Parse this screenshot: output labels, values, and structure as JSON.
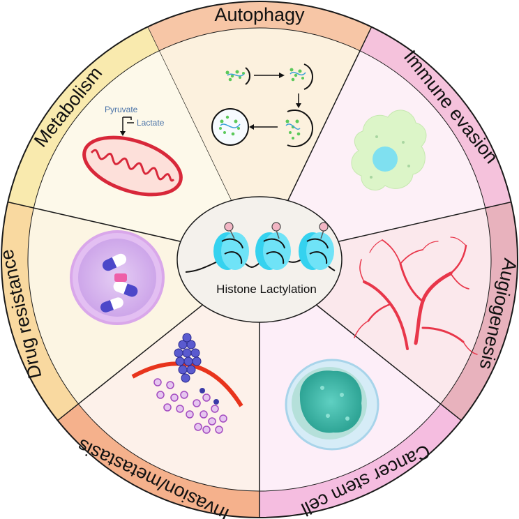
{
  "center": {
    "title": "Histone Lactylation"
  },
  "segments": [
    {
      "label": "Autophagy",
      "band_color": "#f7c6a6",
      "fill_color": "#fcf1de"
    },
    {
      "label": "Immune evasion",
      "band_color": "#f5c2dc",
      "fill_color": "#fdf0f7"
    },
    {
      "label": "Augiogenesis",
      "band_color": "#e8b2bd",
      "fill_color": "#fbe8ec"
    },
    {
      "label": "Cancer stem cell",
      "band_color": "#f5bde0",
      "fill_color": "#fdeef8"
    },
    {
      "label": "Invasion/metastasis",
      "band_color": "#f5b18c",
      "fill_color": "#fdf1ea"
    },
    {
      "label": "Drug resistance",
      "band_color": "#f9d9a0",
      "fill_color": "#fcf5e3"
    },
    {
      "label": "Metabolism",
      "band_color": "#f9eaae",
      "fill_color": "#fdf9ea"
    }
  ],
  "metabolism": {
    "pyruvate": "Pyruvate",
    "lactate": "Lactate"
  }
}
